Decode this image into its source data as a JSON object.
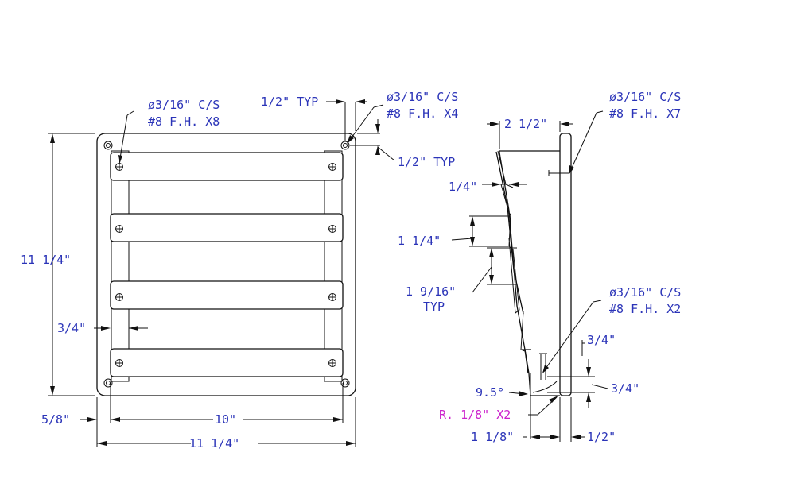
{
  "front_view": {
    "holes_top_left": "ø3/16\" C/S",
    "holes_top_left_2": "#8 F.H. X8",
    "typ_top": "1/2\" TYP",
    "holes_top_right": "ø3/16\" C/S",
    "holes_top_right_2": "#8 F.H. X4",
    "typ_right": "1/2\" TYP",
    "height": "11 1/4\"",
    "inset": "3/4\"",
    "margin": "5/8\"",
    "inner_width": "10\"",
    "outer_width": "11 1/4\""
  },
  "side_view": {
    "depth": "2 1/2\"",
    "holes_top": "ø3/16\" C/S",
    "holes_top_2": "#8 F.H. X7",
    "blade_thickness": "1/4\"",
    "blade_width": "1 1/4\"",
    "blade_spacing": "1 9/16\"",
    "blade_spacing_2": "TYP",
    "holes_bottom": "ø3/16\" C/S",
    "holes_bottom_2": "#8 F.H. X2",
    "bottom_offset": "3/4\"",
    "bottom_offset_2": "3/4\"",
    "angle": "9.5°",
    "radius": "R. 1/8\" X2",
    "base_depth": "1 1/8\"",
    "flange": "1/2\""
  },
  "colors": {
    "dimension": "#2b34b8",
    "radius_note": "#cc22cc",
    "geometry": "#111111"
  }
}
